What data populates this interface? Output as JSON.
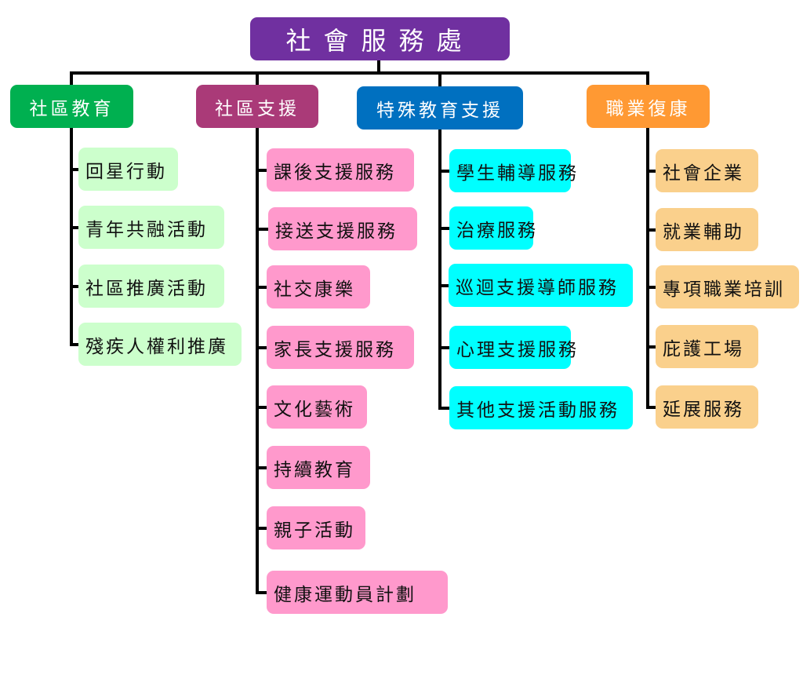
{
  "root": {
    "label": "社會服務處",
    "color": "#7030a0"
  },
  "categories": [
    {
      "label": "社區教育",
      "color": "#00b050",
      "item_color": "#ccffcc",
      "items": [
        "回星行動",
        "青年共融活動",
        "社區推廣活動",
        "殘疾人權利推廣"
      ]
    },
    {
      "label": "社區支援",
      "color": "#aa3a78",
      "item_color": "#ff99cc",
      "items": [
        "課後支援服務",
        "接送支援服務",
        "社交康樂",
        "家長支援服務",
        "文化藝術",
        "持續教育",
        "親子活動",
        "健康運動員計劃"
      ]
    },
    {
      "label": "特殊教育支援",
      "color": "#0070c0",
      "item_color": "#00ffff",
      "items": [
        "學生輔導服務",
        "治療服務",
        "巡迴支援導師服務",
        "心理支援服務",
        "其他支援活動服務"
      ]
    },
    {
      "label": "職業復康",
      "color": "#ff9933",
      "item_color": "#fad08c",
      "items": [
        "社會企業",
        "就業輔助",
        "專項職業培訓",
        "庇護工場",
        "延展服務"
      ]
    }
  ]
}
